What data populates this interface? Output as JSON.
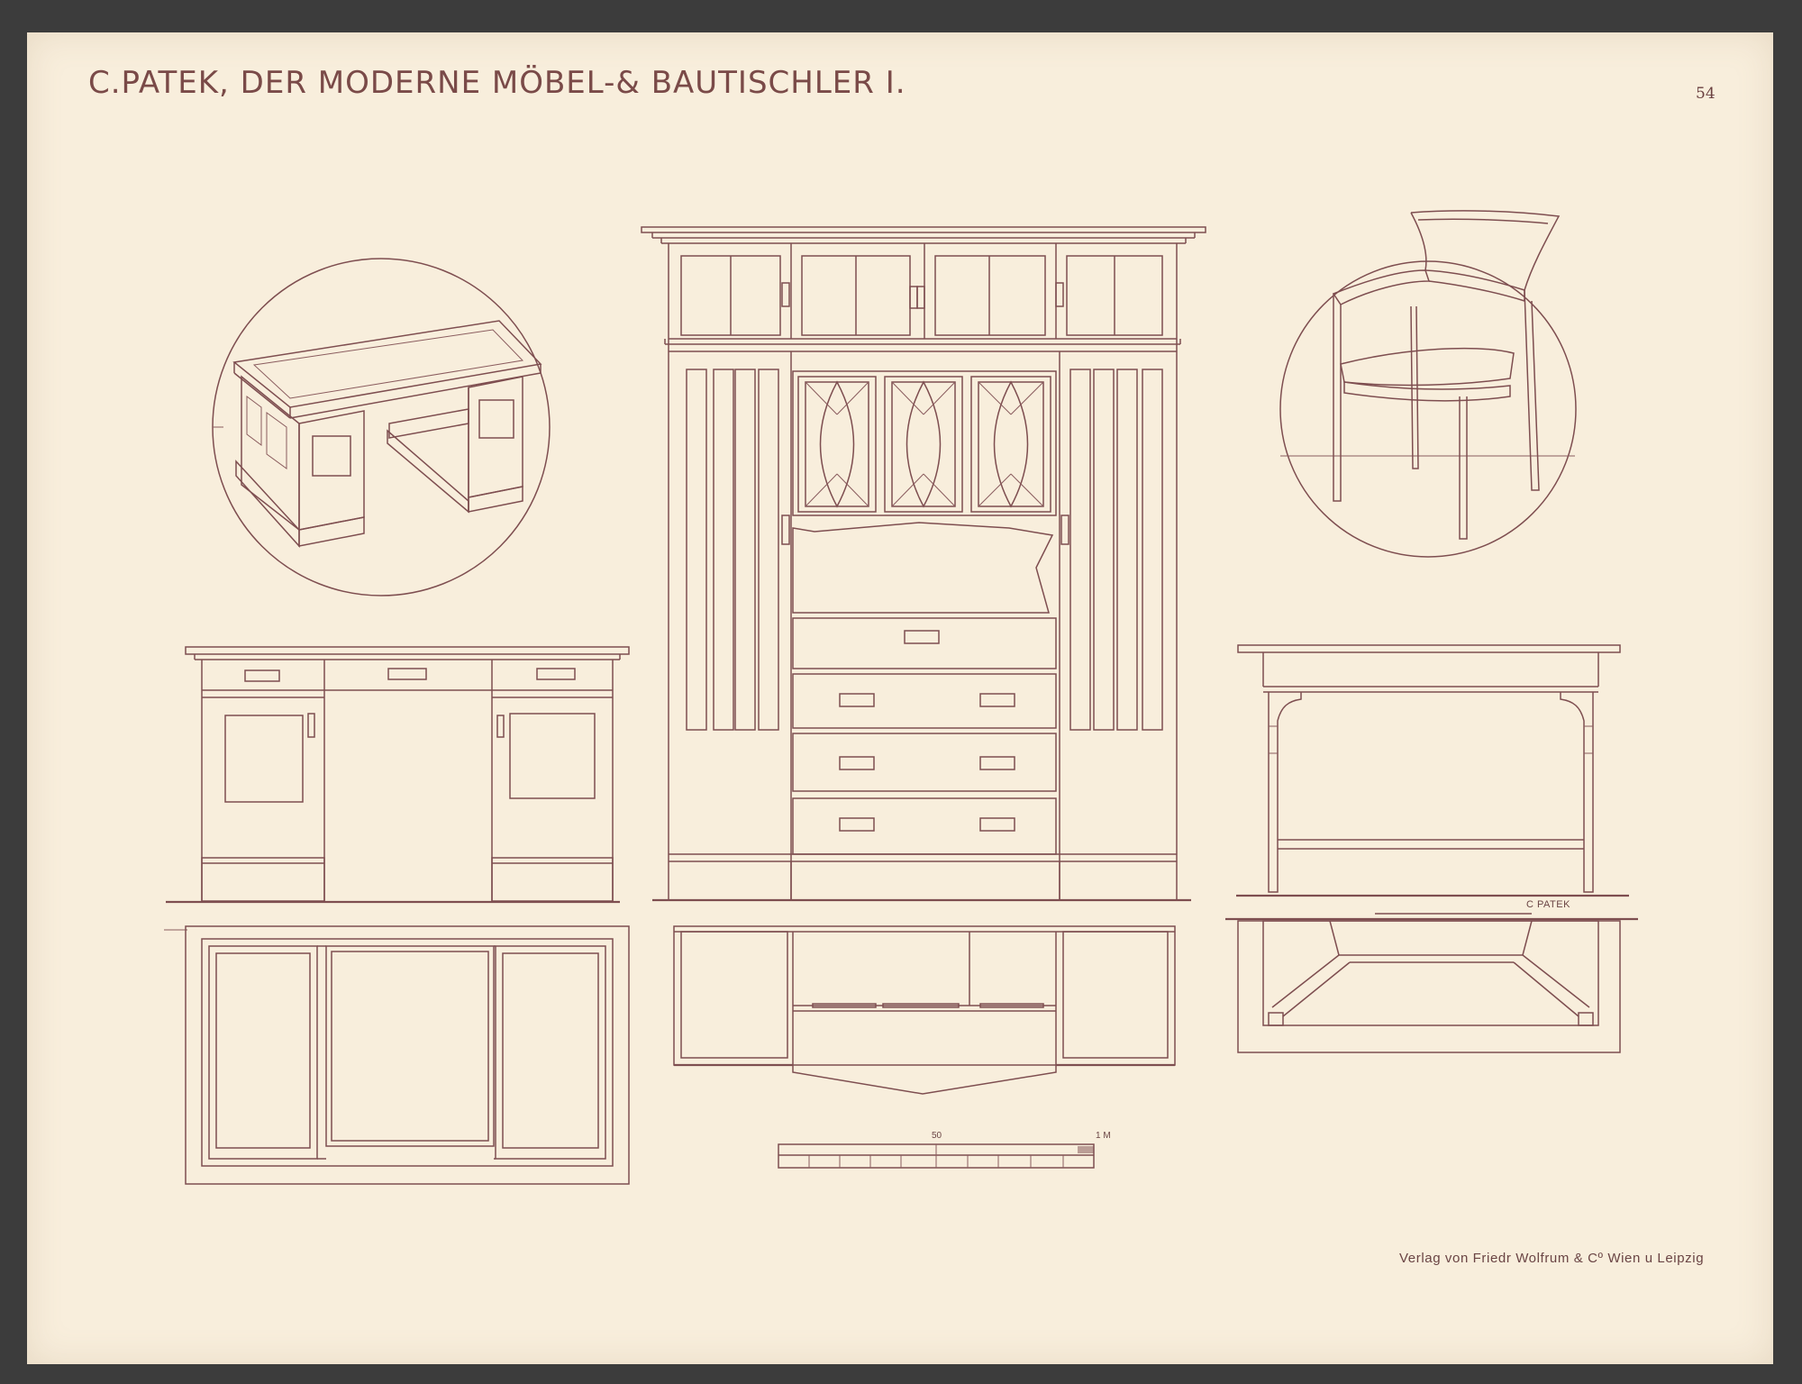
{
  "plate": {
    "title": "C.PATEK, DER MODERNE MÖBEL-& BAUTISCHLER I.",
    "page_number": "54",
    "signature": "C PATEK",
    "publisher": "Verlag von Friedr Wolfrum & Cº Wien u Leipzig"
  },
  "scale_bar": {
    "start_label": "50",
    "end_label": "1 M"
  },
  "colors": {
    "paper": "#f8eedc",
    "ink": "#7e4e50",
    "background": "#3c3c3c"
  }
}
